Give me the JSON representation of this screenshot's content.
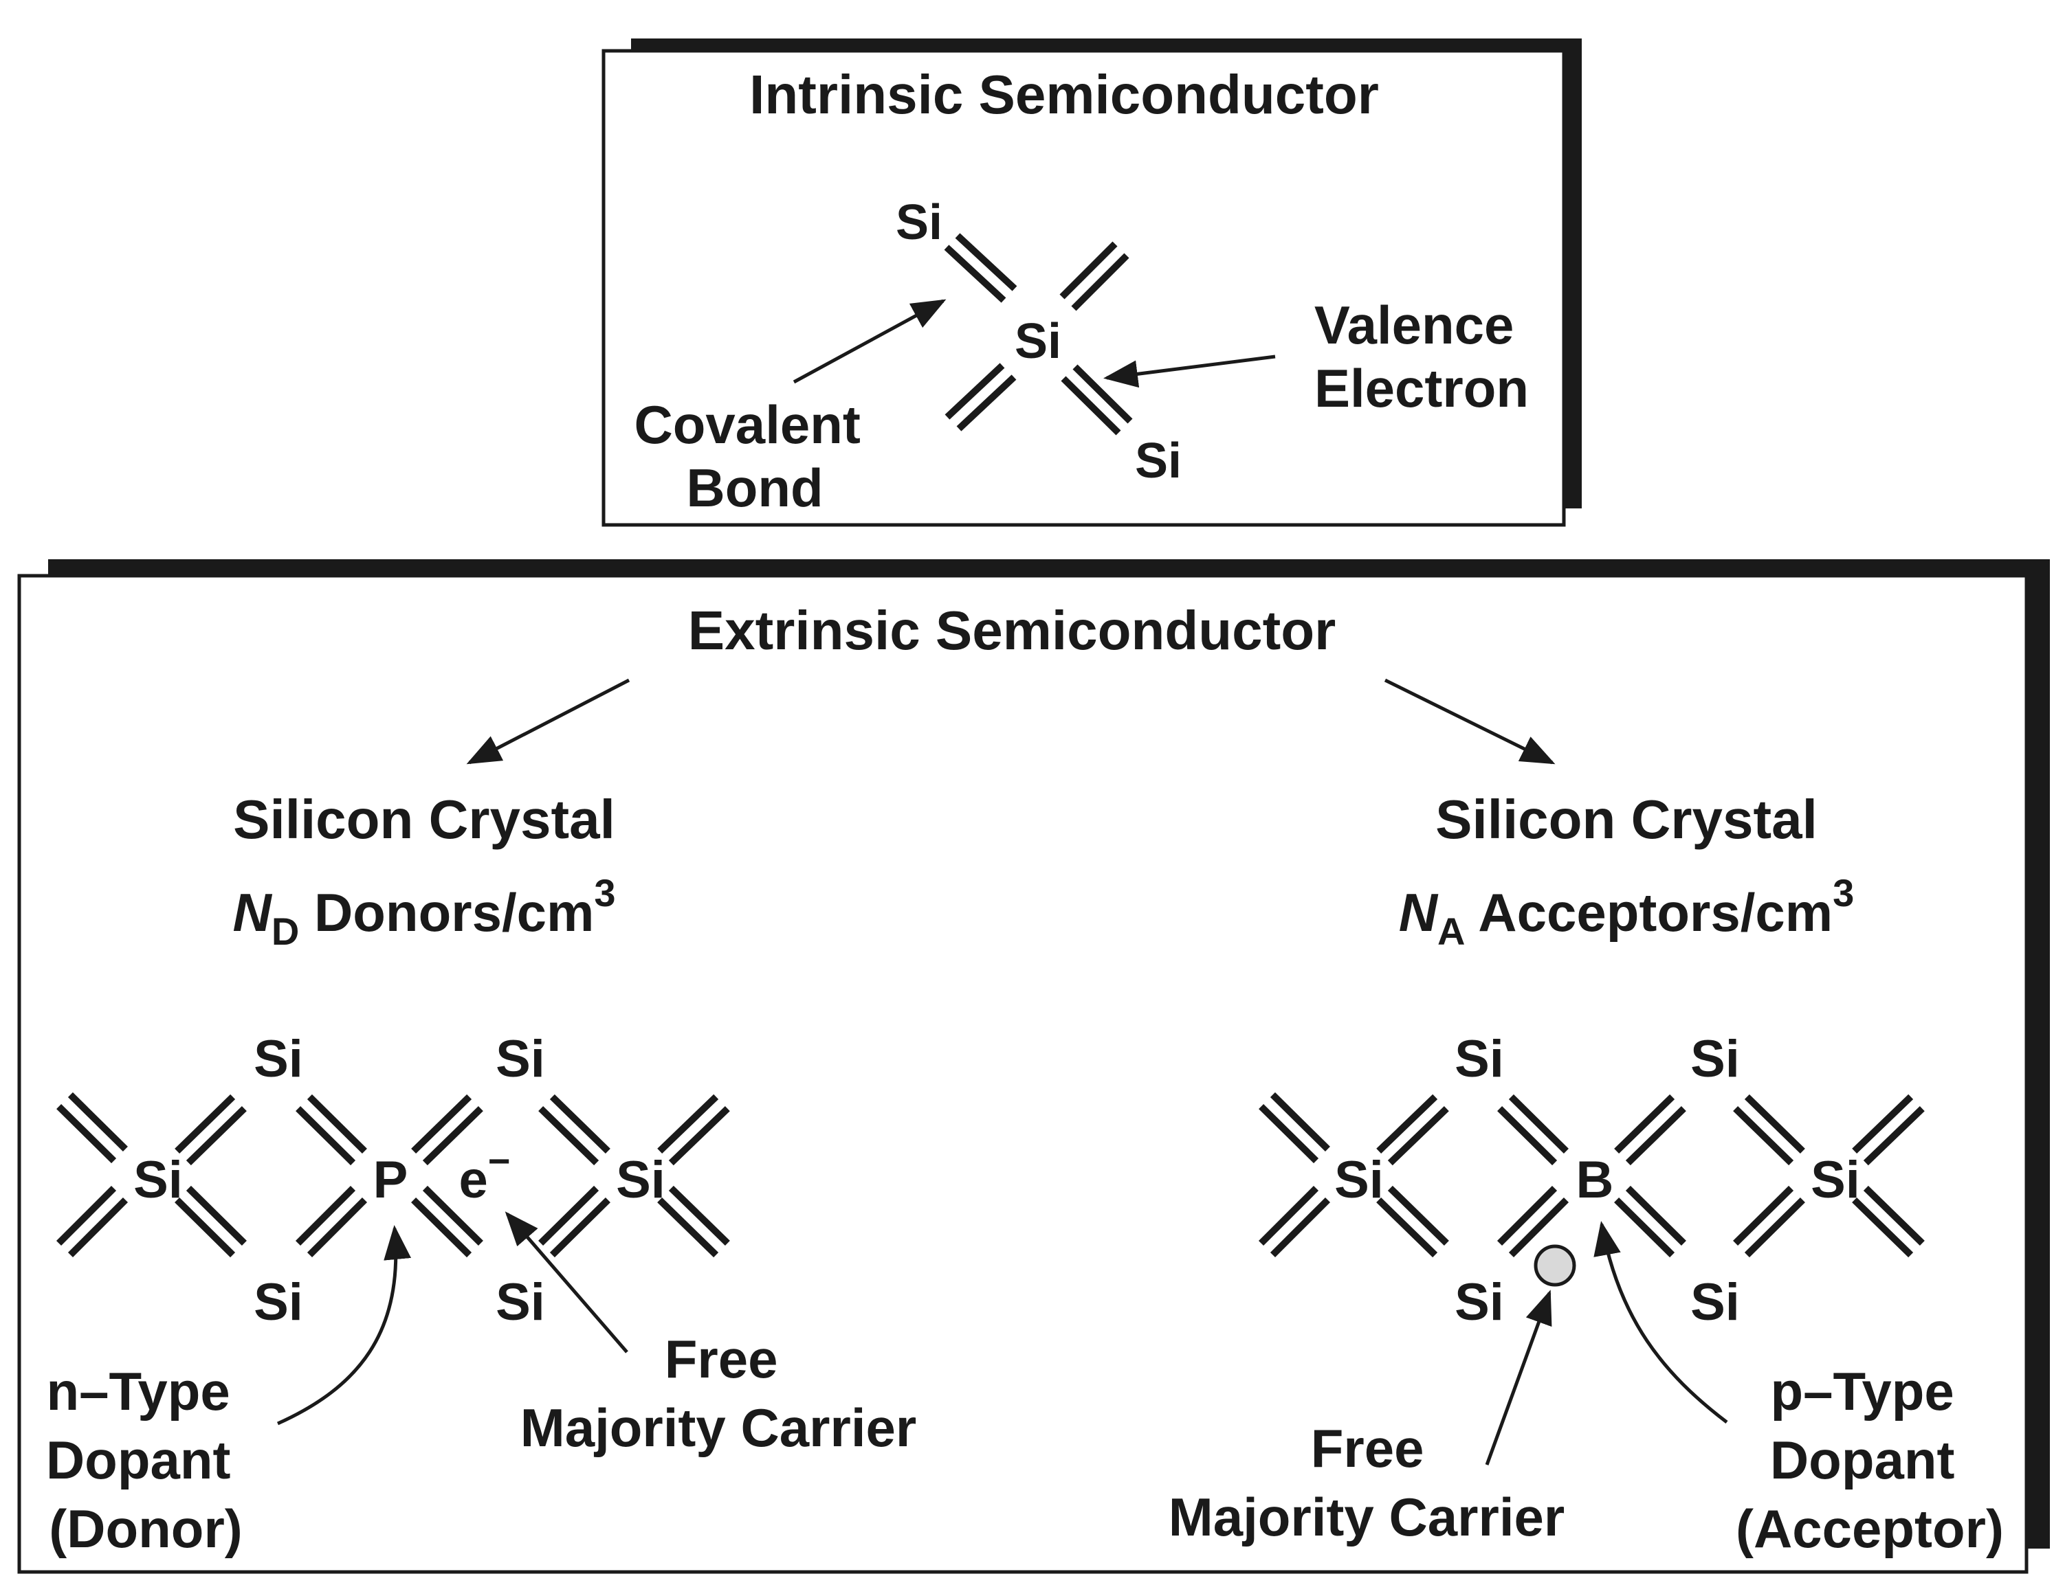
{
  "colors": {
    "ink": "#1a1a1a",
    "background": "#ffffff",
    "hole_fill": "#d9d9d9"
  },
  "intrinsic": {
    "title": "Intrinsic Semiconductor",
    "atom_top": "Si",
    "atom_center": "Si",
    "atom_bottom": "Si",
    "covalent_label": [
      "Covalent",
      "Bond"
    ],
    "valence_label": [
      "Valence",
      "Electron"
    ]
  },
  "extrinsic": {
    "title": "Extrinsic Semiconductor",
    "n_branch": {
      "heading": "Silicon Crystal",
      "density_symbol": "N",
      "density_sub": "D",
      "density_text": " Donors/cm",
      "density_exp": "3",
      "lattice": {
        "left": "Si",
        "top_left": "Si",
        "bottom_left": "Si",
        "dopant": "P",
        "top_right": "Si",
        "bottom_right": "Si",
        "right": "Si"
      },
      "electron": "e",
      "electron_charge": "−",
      "dopant_label": [
        "n–Type",
        "Dopant",
        "(Donor)"
      ],
      "carrier_label": [
        "Free",
        "Majority Carrier"
      ]
    },
    "p_branch": {
      "heading": "Silicon Crystal",
      "density_symbol": "N",
      "density_sub": "A",
      "density_text": " Acceptors/cm",
      "density_exp": "3",
      "lattice": {
        "left": "Si",
        "top_left": "Si",
        "bottom_left": "Si",
        "dopant": "B",
        "top_right": "Si",
        "bottom_right": "Si",
        "right": "Si"
      },
      "dopant_label": [
        "p–Type",
        "Dopant",
        "(Acceptor)"
      ],
      "carrier_label": [
        "Free",
        "Majority Carrier"
      ]
    }
  }
}
